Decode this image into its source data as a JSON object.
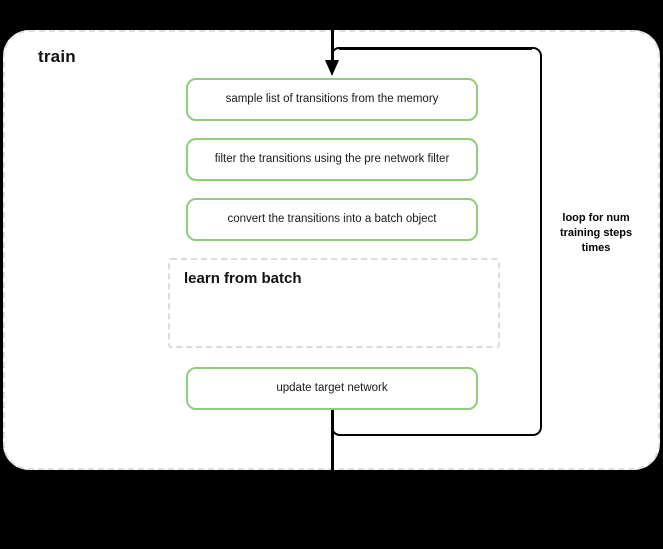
{
  "diagram": {
    "background_color": "#000000",
    "container": {
      "title": "train",
      "border_color": "#dedede",
      "fill": "#ffffff"
    },
    "accent_color": "#8fcd79",
    "nodes": [
      {
        "id": "sample",
        "label": "sample list of transitions from the memory"
      },
      {
        "id": "filter",
        "label": "filter the transitions using the pre network filter"
      },
      {
        "id": "convert",
        "label": "convert the transitions into a batch object"
      },
      {
        "id": "update",
        "label": "update target network"
      }
    ],
    "subgraph": {
      "title": "learn from batch",
      "border_color": "#dcdcdc"
    },
    "loop": {
      "caption": "loop for num training steps times",
      "caption_line_1": "loop for num",
      "caption_line_2": "training steps",
      "caption_line_3": "times",
      "line_color": "#000000"
    }
  }
}
